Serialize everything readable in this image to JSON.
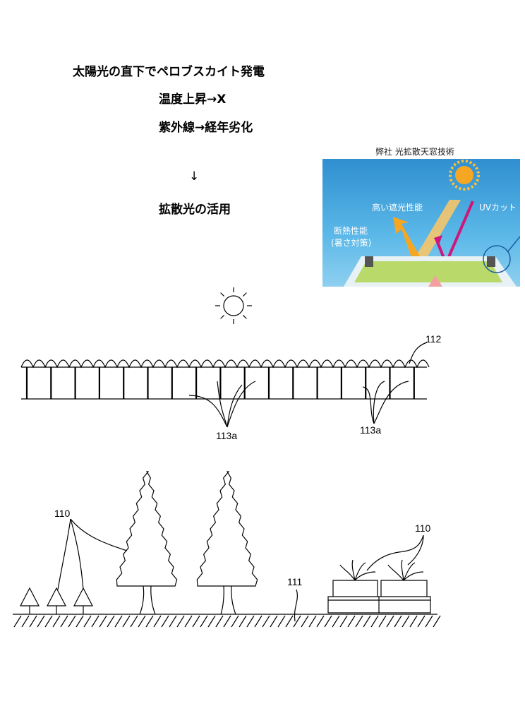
{
  "heading": {
    "line1": "太陽光の直下でペロブスカイト発電",
    "line2": "温度上昇→X",
    "line3": "紫外線→経年劣化",
    "arrow": "↓",
    "line4": "拡散光の活用"
  },
  "photo": {
    "caption": "弊社 光拡散天窓技術",
    "label_shading": "高い遮光性能",
    "label_uv": "UVカット",
    "label_insulation": "断熱性能",
    "label_heat": "(暑さ対策)",
    "colors": {
      "sky": "#3a9ad8",
      "sun": "#f5a623",
      "uv": "#d0147a"
    }
  },
  "diagram": {
    "label_112": "112",
    "label_113a_1": "113a",
    "label_113a_2": "113a",
    "label_110_left": "110",
    "label_110_right": "110",
    "label_111": "111"
  }
}
